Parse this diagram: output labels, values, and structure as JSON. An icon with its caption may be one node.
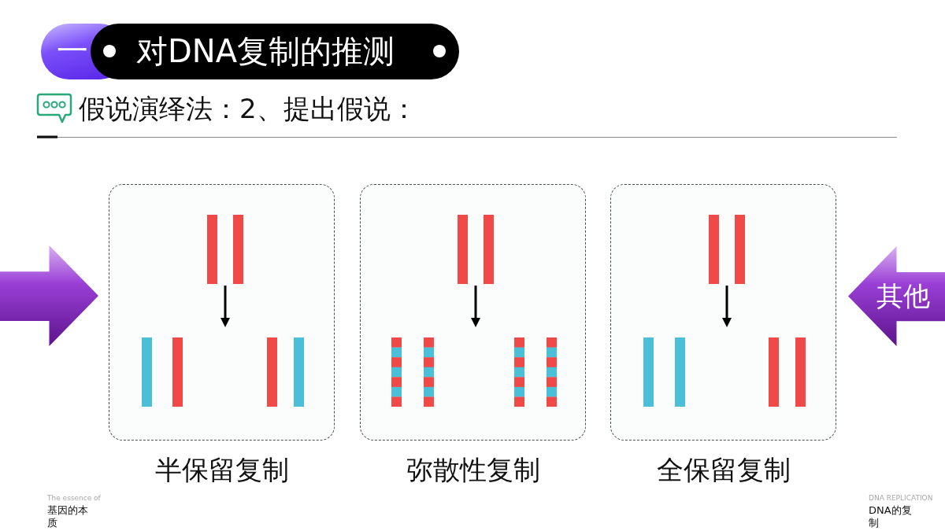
{
  "diagram": {
    "title": "对DNA复制的推测",
    "nodes": [
      {
        "text": [],
        "shape": "arrow"
      },
      {
        "text": [
          "半保留复制"
        ]
      },
      {
        "text": [],
        "shape": "picture",
        "in": 1
      },
      {
        "text": [],
        "shape": "picture",
        "in": 1
      },
      {
        "text": [],
        "shape": "picture",
        "in": 1
      },
      {
        "text": [
          "弥散性复制"
        ]
      },
      {
        "text": [],
        "shape": "picture",
        "in": 5
      },
      {
        "text": [],
        "shape": "picture",
        "in": 5
      },
      {
        "text": [],
        "shape": "picture",
        "in": 5
      },
      {
        "text": [
          "全保留复制"
        ]
      },
      {
        "text": [],
        "shape": "picture",
        "in": 9
      },
      {
        "text": [],
        "shape": "picture",
        "in": 9
      },
      {
        "text": [],
        "shape": "picture",
        "in": 9
      },
      {
        "text": [
          "其他"
        ]
      }
    ],
    "edges": [
      {
        "from": 2,
        "to": null,
        "arrow": "to"
      },
      {
        "from": 6,
        "to": null,
        "arrow": "to"
      },
      {
        "from": 10,
        "to": null,
        "arrow": "to"
      }
    ],
    "labels": [
      "一",
      "假说演绎法：2、提出假说：",
      "The essence of",
      "基因的本质",
      "DNA的复制",
      "DNA REPLICATION"
    ]
  }
}
